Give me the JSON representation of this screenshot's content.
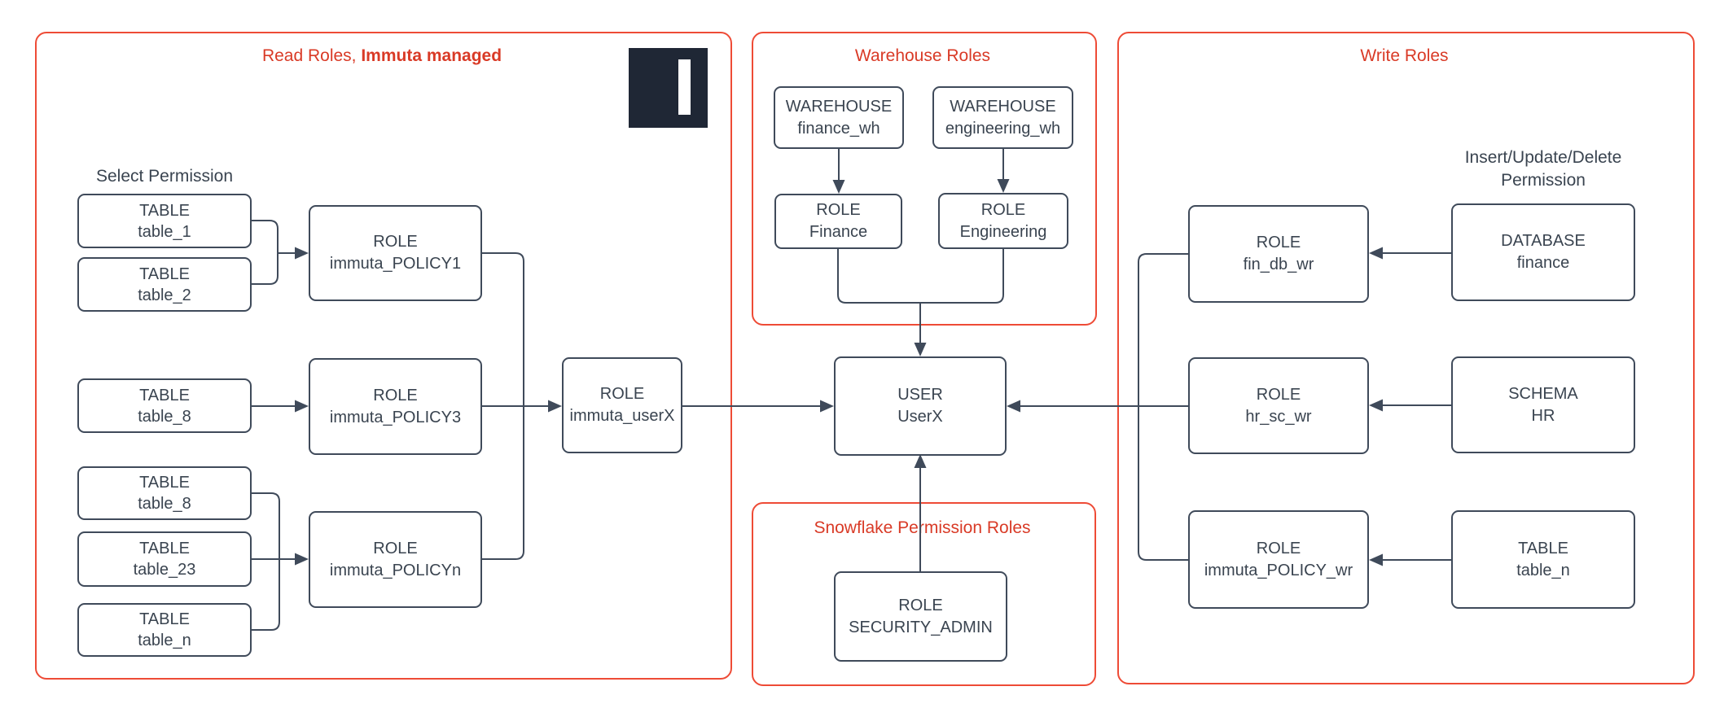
{
  "colors": {
    "background": "#FFFFFF",
    "group_border_red": "#EE4B36",
    "group_title_red": "#D93A26",
    "node_border": "#3F4A5A",
    "node_text": "#3A4450",
    "connector": "#3F4A5A",
    "logo_background": "#1F2735",
    "logo_mark": "#FFFFFF"
  },
  "groups": {
    "read_roles": {
      "title_prefix": "Read Roles, ",
      "title_bold": "Immuta managed",
      "permission_label": "Select Permission"
    },
    "warehouse_roles": {
      "title": "Warehouse Roles"
    },
    "snowflake_permission_roles": {
      "title": "Snowflake Permission Roles"
    },
    "write_roles": {
      "title": "Write Roles",
      "permission_label_line1": "Insert/Update/Delete",
      "permission_label_line2": "Permission"
    }
  },
  "nodes": {
    "table_1": {
      "type": "TABLE",
      "name": "table_1"
    },
    "table_2": {
      "type": "TABLE",
      "name": "table_2"
    },
    "policy1": {
      "type": "ROLE",
      "name": "immuta_POLICY1"
    },
    "table_8a": {
      "type": "TABLE",
      "name": "table_8"
    },
    "policy3": {
      "type": "ROLE",
      "name": "immuta_POLICY3"
    },
    "table_8b": {
      "type": "TABLE",
      "name": "table_8"
    },
    "table_23": {
      "type": "TABLE",
      "name": "table_23"
    },
    "table_n_left": {
      "type": "TABLE",
      "name": "table_n"
    },
    "policyn": {
      "type": "ROLE",
      "name": "immuta_POLICYn"
    },
    "immuta_userx": {
      "type": "ROLE",
      "name": "immuta_userX"
    },
    "wh_finance": {
      "type": "WAREHOUSE",
      "name": "finance_wh"
    },
    "wh_engineering": {
      "type": "WAREHOUSE",
      "name": "engineering_wh"
    },
    "role_finance": {
      "type": "ROLE",
      "name": "Finance"
    },
    "role_engineering": {
      "type": "ROLE",
      "name": "Engineering"
    },
    "user_userx": {
      "type": "USER",
      "name": "UserX"
    },
    "security_admin": {
      "type": "ROLE",
      "name": "SECURITY_ADMIN"
    },
    "fin_db_wr": {
      "type": "ROLE",
      "name": "fin_db_wr"
    },
    "database_finance": {
      "type": "DATABASE",
      "name": "finance"
    },
    "hr_sc_wr": {
      "type": "ROLE",
      "name": "hr_sc_wr"
    },
    "schema_hr": {
      "type": "SCHEMA",
      "name": "HR"
    },
    "immuta_policy_wr": {
      "type": "ROLE",
      "name": "immuta_POLICY_wr"
    },
    "table_n_right": {
      "type": "TABLE",
      "name": "table_n"
    }
  },
  "edges": [
    {
      "from": "table_1",
      "to": "policy1",
      "arrow": true
    },
    {
      "from": "table_2",
      "to": "policy1",
      "arrow": true
    },
    {
      "from": "table_8a",
      "to": "policy3",
      "arrow": true
    },
    {
      "from": "table_8b",
      "to": "policyn",
      "arrow": true
    },
    {
      "from": "table_23",
      "to": "policyn",
      "arrow": true
    },
    {
      "from": "table_n_left",
      "to": "policyn",
      "arrow": true
    },
    {
      "from": "policy1",
      "to": "immuta_userx",
      "arrow": true
    },
    {
      "from": "policy3",
      "to": "immuta_userx",
      "arrow": true
    },
    {
      "from": "policyn",
      "to": "immuta_userx",
      "arrow": true
    },
    {
      "from": "immuta_userx",
      "to": "user_userx",
      "arrow": true
    },
    {
      "from": "wh_finance",
      "to": "role_finance",
      "arrow": true
    },
    {
      "from": "wh_engineering",
      "to": "role_engineering",
      "arrow": true
    },
    {
      "from": "role_finance",
      "to": "user_userx",
      "arrow": true
    },
    {
      "from": "role_engineering",
      "to": "user_userx",
      "arrow": true
    },
    {
      "from": "security_admin",
      "to": "user_userx",
      "arrow": true
    },
    {
      "from": "database_finance",
      "to": "fin_db_wr",
      "arrow": true
    },
    {
      "from": "schema_hr",
      "to": "hr_sc_wr",
      "arrow": true
    },
    {
      "from": "table_n_right",
      "to": "immuta_policy_wr",
      "arrow": true
    },
    {
      "from": "fin_db_wr",
      "to": "user_userx",
      "arrow": true
    },
    {
      "from": "hr_sc_wr",
      "to": "user_userx",
      "arrow": true
    },
    {
      "from": "immuta_policy_wr",
      "to": "user_userx",
      "arrow": true
    }
  ]
}
